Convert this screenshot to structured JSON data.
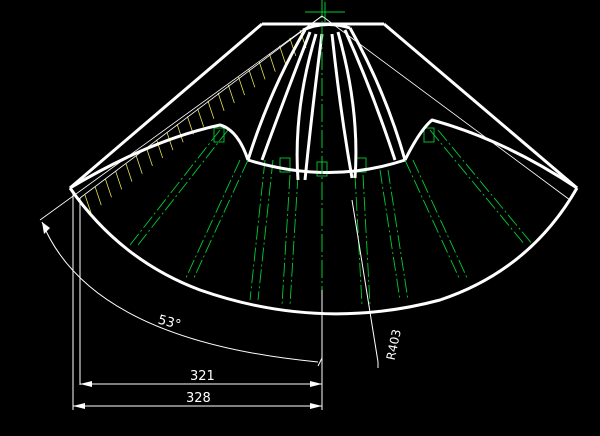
{
  "colors": {
    "background": "#000000",
    "outline": "#ffffff",
    "centerline": "#00cc33",
    "hatch": "#e8e050",
    "dimension": "#ffffff"
  },
  "dimensions": {
    "angle_label": "53°",
    "radius_label": "R403",
    "width_inner_label": "321",
    "width_outer_label": "328"
  }
}
